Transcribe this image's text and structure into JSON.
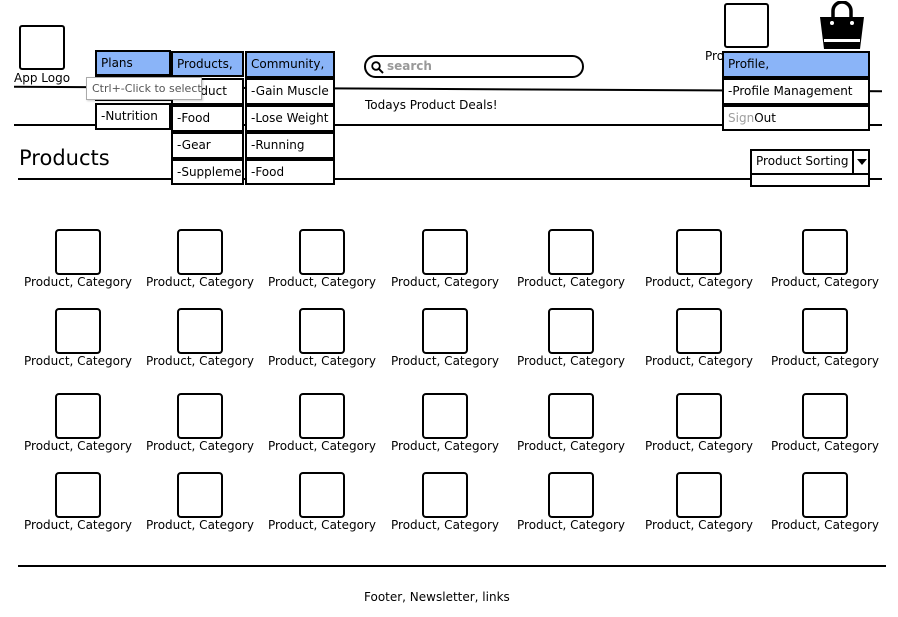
{
  "header": {
    "app_logo_label": "App Logo",
    "search_placeholder": "search",
    "deals_text": "Todays Product Deals!",
    "profile_partial_label": "Pro"
  },
  "menus": {
    "plans": {
      "label": "Plans",
      "items": [
        "-Nutrition"
      ]
    },
    "products": {
      "label": "Products,",
      "items": [
        "-Product",
        "-Food",
        "-Gear",
        "-Suppleme"
      ]
    },
    "community": {
      "label": "Community,",
      "items": [
        "-Gain Muscle",
        "-Lose Weight",
        "-Running",
        "-Food"
      ]
    },
    "profile": {
      "label": "Profile,",
      "items": [
        "-Profile Management"
      ],
      "sign_grey": "Sign",
      "sign_black": "Out"
    }
  },
  "tooltip": "Ctrl+-Click to select",
  "page": {
    "title": "Products",
    "sort_label": "Product Sorting"
  },
  "grid": {
    "caption": "Product, Category",
    "rows": 4,
    "cols": 7
  },
  "footer": {
    "text": "Footer, Newsletter, links"
  },
  "colors": {
    "menu_header": "#8ab4f8",
    "sign_grey": "#9e9e9e"
  },
  "icons": [
    "shopping-bag-icon",
    "search-icon",
    "dropdown-arrow-icon"
  ]
}
